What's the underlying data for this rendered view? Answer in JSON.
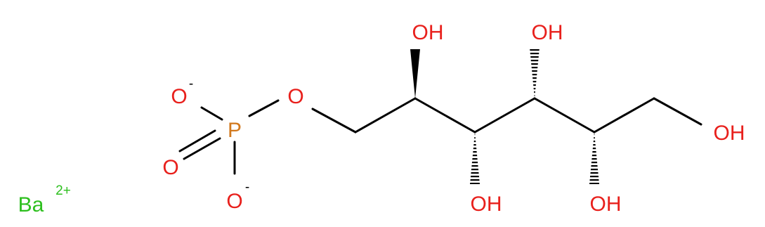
{
  "molecule": {
    "colors": {
      "oxygen": "#e8201c",
      "phosphorus": "#d2791e",
      "barium": "#2dbf1e",
      "bond": "#000000"
    },
    "labels": {
      "o_minus_top": "O",
      "o_minus_top_charge": "-",
      "phosphorus": "P",
      "o_double": "O",
      "o_minus_bottom": "O",
      "o_minus_bottom_charge": "-",
      "o_ester": "O",
      "oh_c2": "OH",
      "oh_c3": "OH",
      "oh_c4": "OH",
      "oh_c5": "OH",
      "oh_c6": "OH",
      "barium": "Ba",
      "barium_charge": "2+"
    }
  }
}
